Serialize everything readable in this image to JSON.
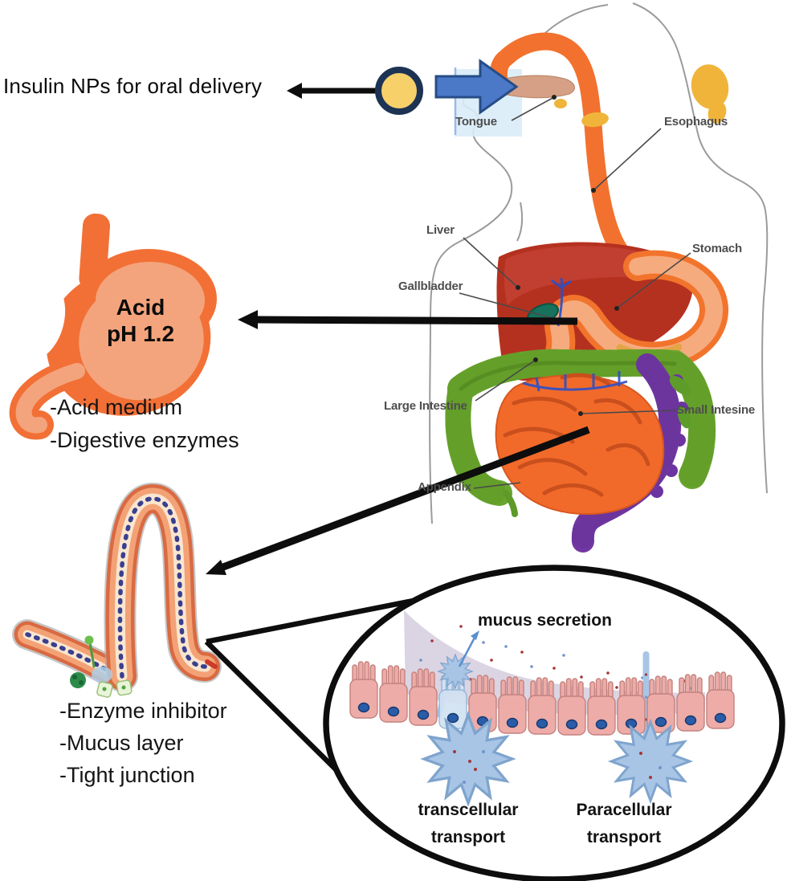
{
  "title": "Insulin NPs for oral delivery",
  "anatomy": {
    "tongue": "Tongue",
    "esophagus": "Esophagus",
    "liver": "Liver",
    "gallbladder": "Gallbladder",
    "stomach": "Stomach",
    "large_intestine": "Large Intestine",
    "small_intestine": "Small Intesine",
    "appendix": "Appendix"
  },
  "stomach_panel": {
    "acid_line1": "Acid",
    "acid_line2": "pH 1.2",
    "bullets": [
      "-Acid medium",
      "-Digestive enzymes"
    ]
  },
  "barrier_panel": {
    "bullets": [
      "-Enzyme inhibitor",
      "-Mucus layer",
      "-Tight junction"
    ]
  },
  "inset": {
    "mucus_label": "mucus secretion",
    "transcellular": [
      "transcellular",
      "transport"
    ],
    "paracellular": [
      "Paracellular",
      "transport"
    ]
  },
  "colors": {
    "nanoparticle_fill": "#f7d06a",
    "nanoparticle_border": "#1d3354",
    "block_arrow_blue": "#4b79c8",
    "esophagus_orange": "#f2712e",
    "liver_red": "#b5311f",
    "stomach_orange": "#f2742c",
    "stomach_inner": "#f5a87a",
    "colon_green": "#6aa62f",
    "colon_purple": "#7137a3",
    "small_intestine_orange": "#f26a2a",
    "np_starburst_blue": "#a8c5e6",
    "cell_pink": "#edaca8",
    "mucus_lavender": "#d9d2e2"
  }
}
